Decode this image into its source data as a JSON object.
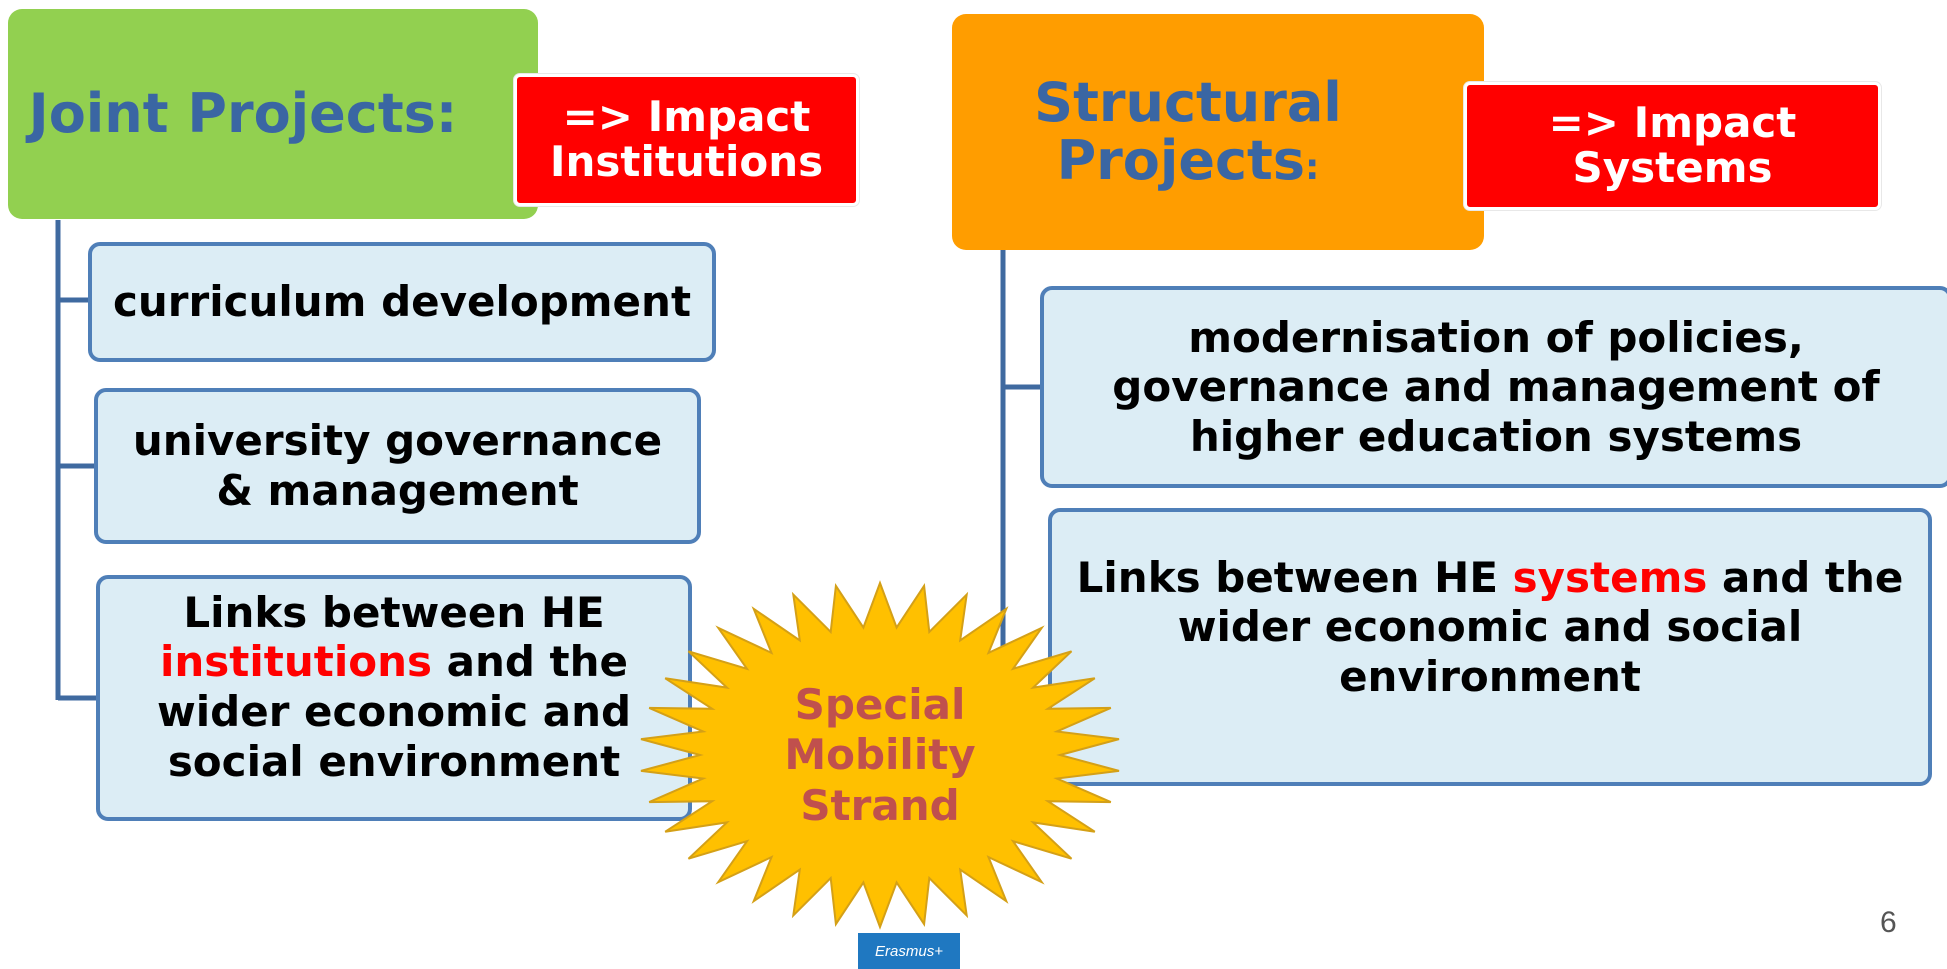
{
  "joint": {
    "title": "Joint Projects:",
    "impact": "=> Impact Institutions",
    "items": [
      {
        "text": "curriculum development"
      },
      {
        "text": "university governance & management"
      },
      {
        "pre": "Links between HE ",
        "highlight": "institutions",
        "post": " and the wider economic and social environment"
      }
    ]
  },
  "structural": {
    "title": "Structural Projects",
    "colon": ":",
    "impact": "=> Impact Systems",
    "items": [
      {
        "text": "modernisation of policies, governance and management of higher education systems"
      },
      {
        "pre": "Links between HE ",
        "highlight": "systems",
        "post": " and the wider economic and social environment"
      }
    ]
  },
  "burst": {
    "line1": "Special",
    "line2": "Mobility",
    "line3": "Strand"
  },
  "footer": {
    "page_number": "6",
    "logo": "Erasmus+"
  },
  "colors": {
    "green": "#92d050",
    "orange": "#ff9d00",
    "red": "#ff0000",
    "title_blue": "#3a66a3",
    "card_fill": "#dcedf5",
    "card_border": "#4f7fb8",
    "burst_fill": "#ffc000",
    "burst_text": "#c0504d"
  }
}
